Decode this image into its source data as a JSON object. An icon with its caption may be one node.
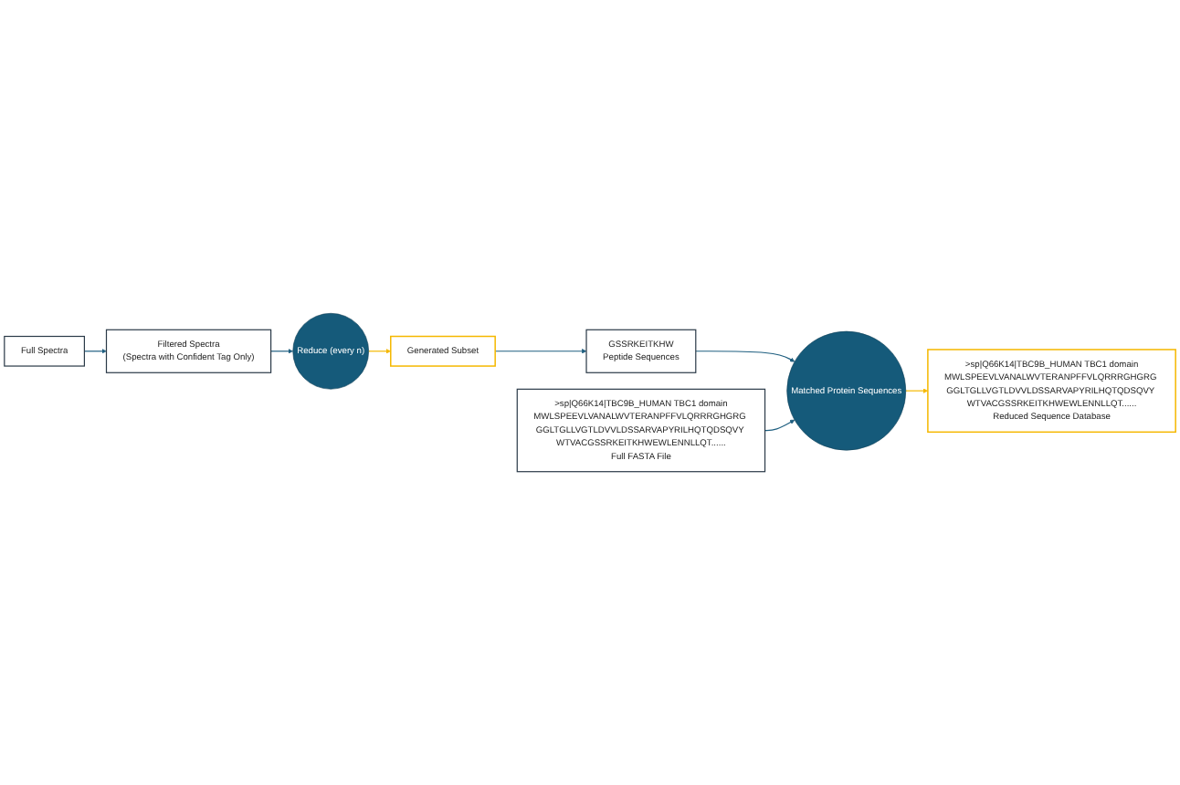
{
  "diagram": {
    "nodes": [
      {
        "text": [
          "Full Spectra"
        ]
      },
      {
        "text": [
          "Filtered Spectra",
          "(Spectra with Confident Tag Only)"
        ]
      },
      {
        "text": [
          "Reduce (every n)"
        ]
      },
      {
        "text": [
          "Generated Subset"
        ]
      },
      {
        "text": [
          ">sp|Q66K14|TBC9B_HUMAN TBC1 domain",
          "MWLSPEEVLVANALWVTERANPFFVLQRRRGHGRG GGLTGLLVGTLDVVLDSSARVAPYRILHQTQDSQVY WTVACGSSRKEITKHWEWLENNLLQT......",
          "Full FASTA File"
        ]
      },
      {
        "text": [
          "Matched Protein Sequences"
        ]
      },
      {
        "text": [
          "GSSRKEITKHW",
          "Peptide Sequences"
        ]
      },
      {
        "text": [
          ">sp|Q66K14|TBC9B_HUMAN TBC1 domain",
          "MWLSPEEVLVANALWVTERANPFFVLQRRRGHGRG GGLTGLLVGTLDVVLDSSARVAPYRILHQTQDSQVY WTVACGSSRKEITKHWEWLENNLLQT......",
          "Reduced Sequence Database"
        ]
      }
    ],
    "edges": [
      {
        "from": 0,
        "to": 1,
        "arrow": "to"
      },
      {
        "from": 1,
        "to": 2,
        "arrow": "to"
      },
      {
        "from": 2,
        "to": 3,
        "arrow": "to",
        "color": "#f5b800"
      },
      {
        "from": 3,
        "to": 6,
        "arrow": "to"
      },
      {
        "from": 6,
        "to": 5,
        "arrow": "to"
      },
      {
        "from": 4,
        "to": 5,
        "arrow": "to"
      },
      {
        "from": 5,
        "to": 7,
        "arrow": "to",
        "color": "#f5b800"
      }
    ]
  }
}
